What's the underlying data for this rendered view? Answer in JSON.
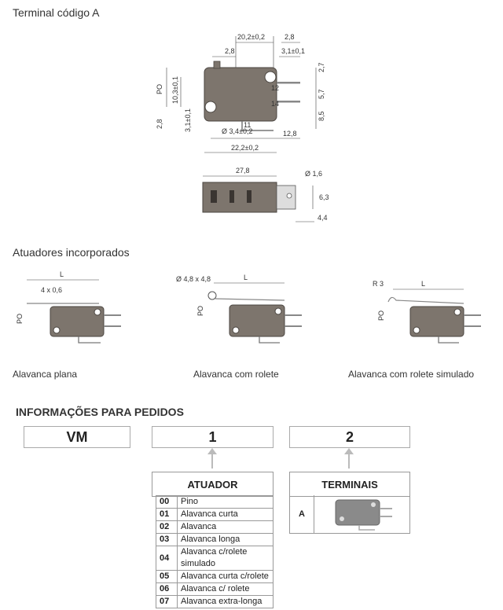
{
  "terminal_section": {
    "title": "Terminal código A",
    "dims": {
      "d1": "20,2±0,2",
      "d2": "2,8",
      "d3": "2,8",
      "d4": "3,1±0,1",
      "d5": "2,7",
      "d6": "5,7",
      "d7": "8,5",
      "d8": "PO",
      "d9": "10,3±0,1",
      "d10": "2,8",
      "d11": "3,1±0,1",
      "d12": "Ø 3,4±0,2",
      "d13": "12,8",
      "d14": "22,2±0,2",
      "d15": "27,8",
      "d16": "Ø 1,6",
      "d17": "6,3",
      "d18": "4,4",
      "t12": "12",
      "t14": "14",
      "t11": "11"
    }
  },
  "actuators_section": {
    "title": "Atuadores incorporados",
    "items": [
      {
        "caption": "Alavanca plana",
        "l": "L",
        "po": "PO",
        "extra": "4 x 0,6"
      },
      {
        "caption": "Alavanca com rolete",
        "l": "L",
        "po": "PO",
        "extra": "Ø 4,8 x 4,8"
      },
      {
        "caption": "Alavanca com rolete simulado",
        "l": "L",
        "po": "PO",
        "extra": "R 3"
      }
    ]
  },
  "order_section": {
    "title": "INFORMAÇÕES PARA PEDIDOS",
    "boxes": [
      "VM",
      "1",
      "2"
    ],
    "actuator_table": {
      "header": "ATUADOR",
      "rows": [
        {
          "code": "00",
          "label": "Pino"
        },
        {
          "code": "01",
          "label": "Alavanca curta"
        },
        {
          "code": "02",
          "label": "Alavanca"
        },
        {
          "code": "03",
          "label": "Alavanca longa"
        },
        {
          "code": "04",
          "label": "Alavanca c/rolete simulado"
        },
        {
          "code": "05",
          "label": "Alavanca curta c/rolete"
        },
        {
          "code": "06",
          "label": "Alavanca c/ rolete"
        },
        {
          "code": "07",
          "label": "Alavanca extra-longa"
        }
      ]
    },
    "terminal_table": {
      "header": "TERMINAIS",
      "rows": [
        {
          "code": "A"
        }
      ]
    }
  }
}
